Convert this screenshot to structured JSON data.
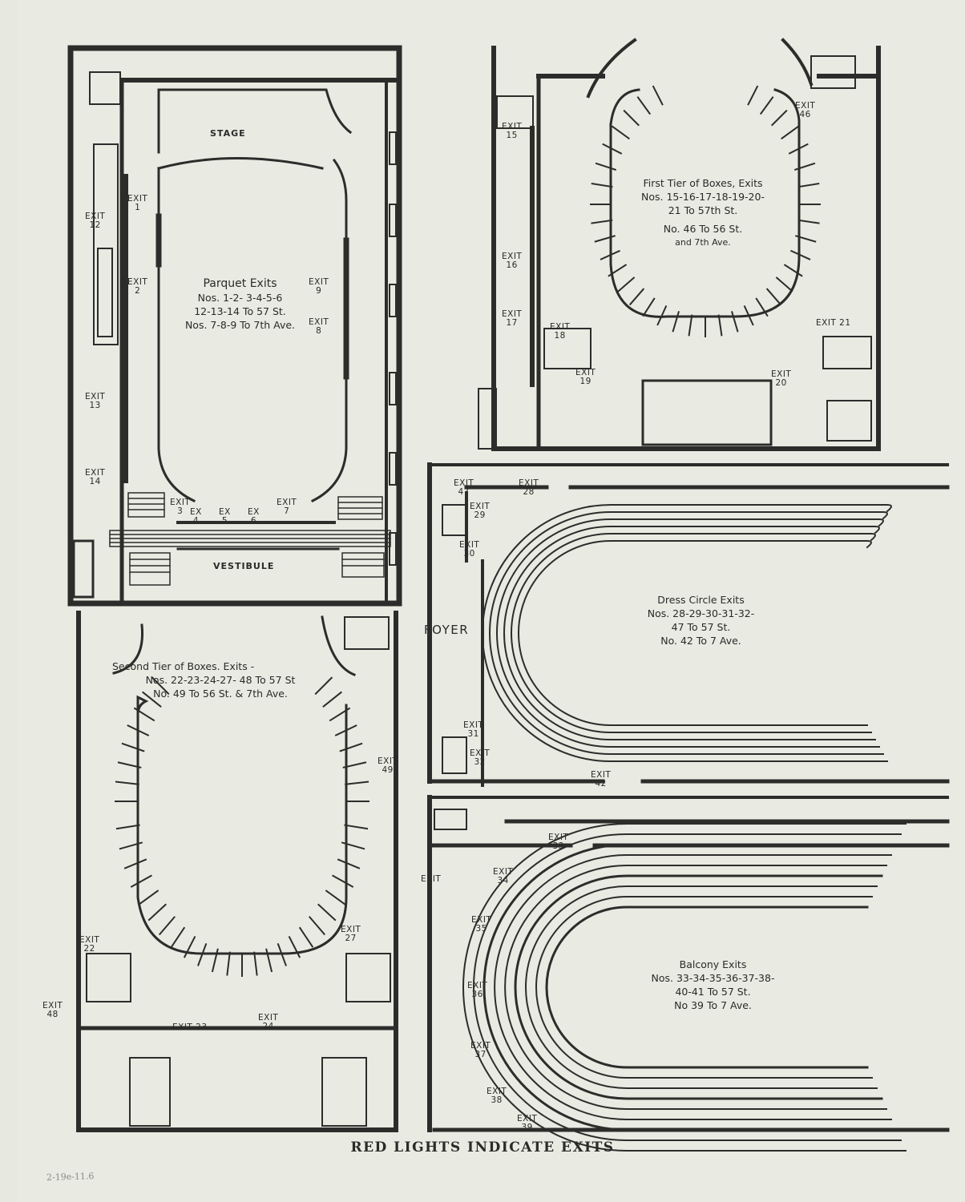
{
  "footer": "RED LIGHTS INDICATE EXITS",
  "archive_note": "2-19e-11.6",
  "colors": {
    "paper": "#e9eae2",
    "ink": "#2c2d2b"
  },
  "parquet": {
    "stage": "STAGE",
    "vestibule": "VESTIBULE",
    "title": [
      "Parquet Exits",
      "Nos. 1-2- 3-4-5-6",
      "12-13-14 To 57 St.",
      "Nos. 7-8-9 To 7th Ave."
    ],
    "exits": [
      "1",
      "2",
      "3",
      "4",
      "5",
      "6",
      "7",
      "8",
      "9",
      "12",
      "13",
      "14"
    ]
  },
  "first_tier": {
    "title": [
      "First Tier of Boxes, Exits",
      "Nos. 15-16-17-18-19-20-",
      "21 To 57th St.",
      "No. 46 To 56 St.",
      "and 7th Ave."
    ],
    "exits": [
      "15",
      "16",
      "17",
      "18",
      "19",
      "20",
      "21",
      "46"
    ]
  },
  "second_tier": {
    "title": [
      "Second Tier of Boxes. Exits -",
      "Nos. 22-23-24-27- 48 To 57 St",
      "No. 49 To 56 St. & 7th Ave."
    ],
    "exits": [
      "22",
      "23",
      "24",
      "27",
      "48",
      "49"
    ]
  },
  "dress_circle": {
    "foyer": "FOYER",
    "title": [
      "Dress Circle Exits",
      "Nos. 28-29-30-31-32-",
      "47 To 57 St.",
      "No. 42 To 7 Ave."
    ],
    "exits": [
      "28",
      "29",
      "30",
      "31",
      "32",
      "42",
      "47"
    ]
  },
  "balcony": {
    "title": [
      "Balcony Exits",
      "Nos. 33-34-35-36-37-38-",
      "40-41 To 57 St.",
      "No 39 To 7 Ave."
    ],
    "exits": [
      "33",
      "34",
      "35",
      "36",
      "37",
      "38",
      "39"
    ],
    "plain_exit": "EXIT"
  },
  "exit_word": "EXIT",
  "ex_word": "EX"
}
